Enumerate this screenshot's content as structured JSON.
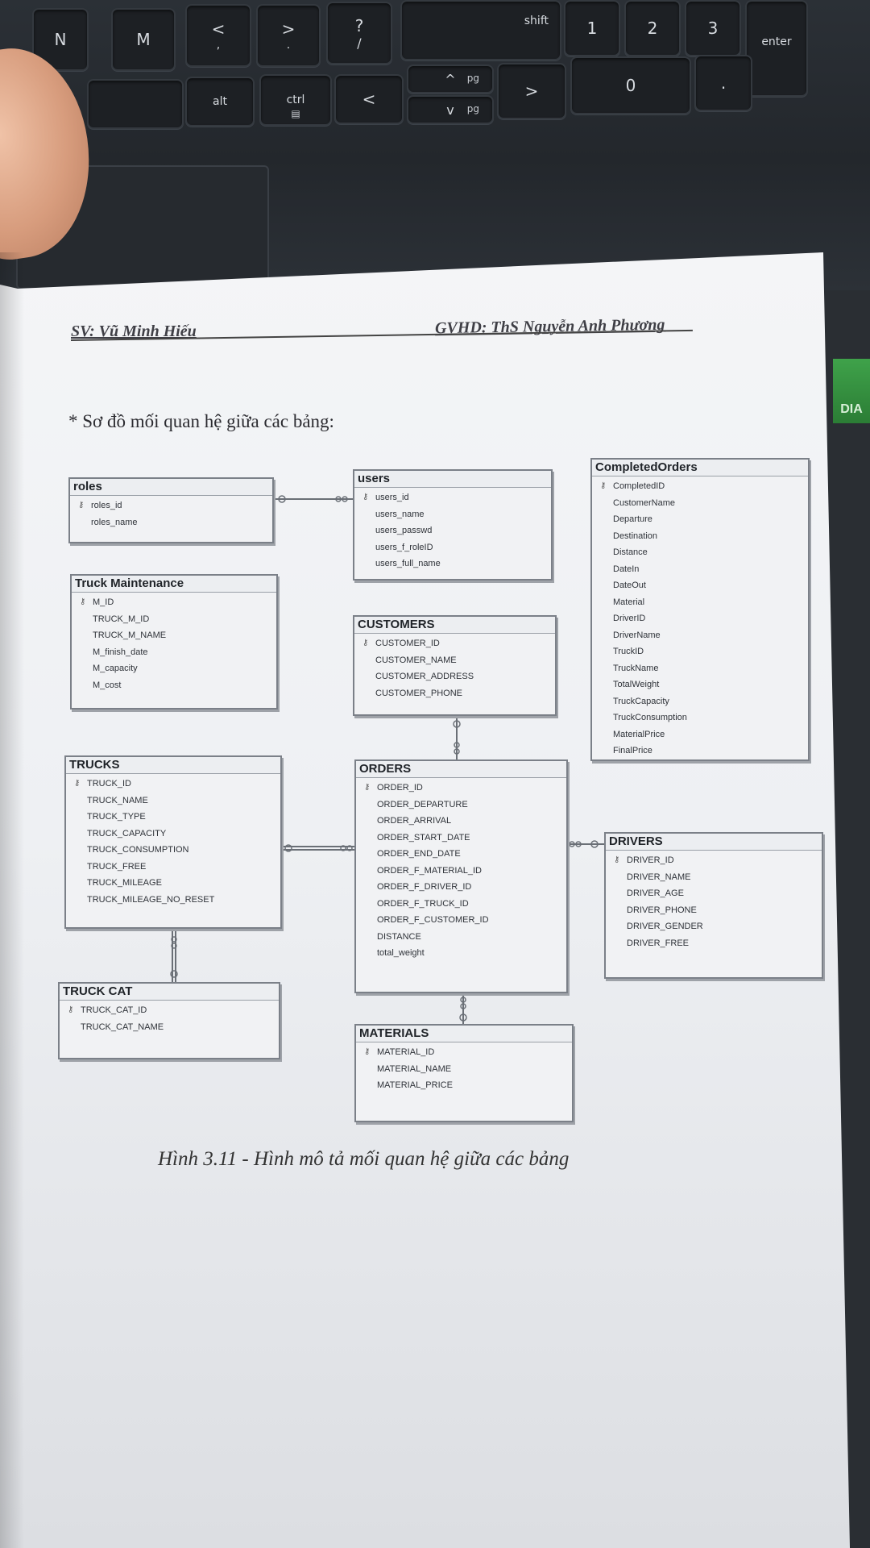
{
  "keyboard": {
    "keys_row1": [
      "N",
      "M",
      "<",
      ">",
      "?",
      "shift",
      "1",
      "2",
      "3",
      "enter"
    ],
    "keys_row1_sub": [
      "",
      "",
      ",",
      ".",
      "/",
      "",
      "",
      "",
      "",
      ""
    ],
    "keys_row2": [
      "alt",
      "ctrl",
      "<",
      "^",
      "v",
      ">",
      "0",
      "."
    ],
    "pg_labels": [
      "pg",
      "pg"
    ],
    "sticker_text": "DIA"
  },
  "header": {
    "student": "SV: Vũ Minh Hiếu",
    "advisor": "GVHD: ThS Nguyễn Anh Phương"
  },
  "section_heading": "* Sơ đồ mối quan hệ giữa các bảng:",
  "caption": "Hình  3.11 - Hình mô tả mối quan hệ giữa các bảng",
  "tables": {
    "roles": {
      "title": "roles",
      "key": "roles_id",
      "fields": [
        "roles_name"
      ]
    },
    "users": {
      "title": "users",
      "key": "users_id",
      "fields": [
        "users_name",
        "users_passwd",
        "users_f_roleID",
        "users_full_name"
      ]
    },
    "completed_orders": {
      "title": "CompletedOrders",
      "key": "CompletedID",
      "fields": [
        "CustomerName",
        "Departure",
        "Destination",
        "Distance",
        "DateIn",
        "DateOut",
        "Material",
        "DriverID",
        "DriverName",
        "TruckID",
        "TruckName",
        "TotalWeight",
        "TruckCapacity",
        "TruckConsumption",
        "MaterialPrice",
        "FinalPrice"
      ]
    },
    "truck_maintenance": {
      "title": "Truck Maintenance",
      "key": "M_ID",
      "fields": [
        "TRUCK_M_ID",
        "TRUCK_M_NAME",
        "M_finish_date",
        "M_capacity",
        "M_cost"
      ]
    },
    "customers": {
      "title": "CUSTOMERS",
      "key": "CUSTOMER_ID",
      "fields": [
        "CUSTOMER_NAME",
        "CUSTOMER_ADDRESS",
        "CUSTOMER_PHONE"
      ]
    },
    "trucks": {
      "title": "TRUCKS",
      "key": "TRUCK_ID",
      "fields": [
        "TRUCK_NAME",
        "TRUCK_TYPE",
        "TRUCK_CAPACITY",
        "TRUCK_CONSUMPTION",
        "TRUCK_FREE",
        "TRUCK_MILEAGE",
        "TRUCK_MILEAGE_NO_RESET"
      ]
    },
    "orders": {
      "title": "ORDERS",
      "key": "ORDER_ID",
      "fields": [
        "ORDER_DEPARTURE",
        "ORDER_ARRIVAL",
        "ORDER_START_DATE",
        "ORDER_END_DATE",
        "ORDER_F_MATERIAL_ID",
        "ORDER_F_DRIVER_ID",
        "ORDER_F_TRUCK_ID",
        "ORDER_F_CUSTOMER_ID",
        "DISTANCE",
        "total_weight"
      ]
    },
    "drivers": {
      "title": "DRIVERS",
      "key": "DRIVER_ID",
      "fields": [
        "DRIVER_NAME",
        "DRIVER_AGE",
        "DRIVER_PHONE",
        "DRIVER_GENDER",
        "DRIVER_FREE"
      ]
    },
    "truck_cat": {
      "title": "TRUCK CAT",
      "key": "TRUCK_CAT_ID",
      "fields": [
        "TRUCK_CAT_NAME"
      ]
    },
    "materials": {
      "title": "MATERIALS",
      "key": "MATERIAL_ID",
      "fields": [
        "MATERIAL_NAME",
        "MATERIAL_PRICE"
      ]
    }
  },
  "relationships": [
    {
      "from": "roles",
      "to": "users"
    },
    {
      "from": "customers",
      "to": "orders"
    },
    {
      "from": "trucks",
      "to": "orders"
    },
    {
      "from": "drivers",
      "to": "orders"
    },
    {
      "from": "truck_cat",
      "to": "trucks"
    },
    {
      "from": "materials",
      "to": "orders"
    }
  ]
}
